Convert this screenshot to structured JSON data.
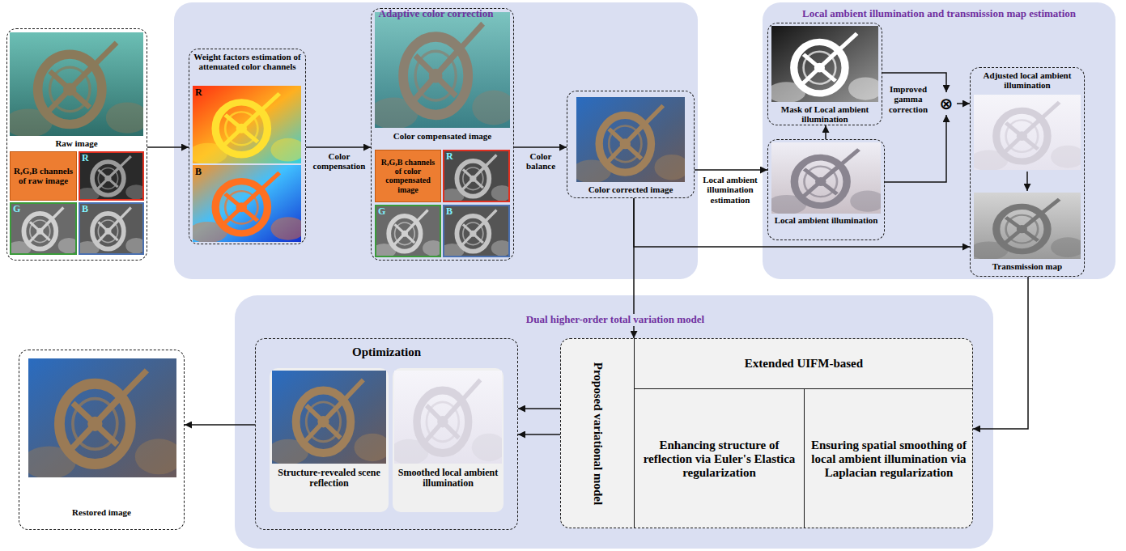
{
  "diagram": {
    "nodes": [
      {
        "text": [
          "Raw image"
        ]
      },
      {
        "text": [
          "R,G,B channels of raw image"
        ],
        "in": 0
      },
      {
        "text": [
          "R"
        ],
        "in": 0
      },
      {
        "text": [
          "G"
        ],
        "in": 0
      },
      {
        "text": [
          "B"
        ],
        "in": 0
      },
      {
        "text": [
          "Adaptive color correction"
        ]
      },
      {
        "text": [
          "Weight factors estimation of attenuated color channels"
        ],
        "in": 5
      },
      {
        "text": [
          "R"
        ],
        "in": 6
      },
      {
        "text": [
          "B"
        ],
        "in": 6
      },
      {
        "text": [
          "Color compensated image"
        ],
        "in": 5
      },
      {
        "text": [
          "R,G,B channels of color compensated image"
        ],
        "in": 9
      },
      {
        "text": [
          "R"
        ],
        "in": 9
      },
      {
        "text": [
          "G"
        ],
        "in": 9
      },
      {
        "text": [
          "B"
        ],
        "in": 9
      },
      {
        "text": [
          "Color corrected image"
        ],
        "in": 5
      },
      {
        "text": [
          "Local ambient illumination and transmission map estimation"
        ]
      },
      {
        "text": [
          "Mask of Local ambient illumination"
        ],
        "in": 15
      },
      {
        "text": [
          "Local ambient illumination"
        ],
        "in": 15
      },
      {
        "text": [
          "⊗"
        ],
        "in": 15
      },
      {
        "text": [
          "Adjusted local ambient illumination",
          "Transmission map"
        ],
        "in": 15
      },
      {
        "text": [
          "Dual higher-order total variation model"
        ]
      },
      {
        "text": [
          "Optimization"
        ],
        "in": 20
      },
      {
        "text": [
          "Structure-revealed scene reflection"
        ],
        "in": 21
      },
      {
        "text": [
          "Smoothed local ambient illumination"
        ],
        "in": 21
      },
      {
        "text": [
          "Proposed variational model"
        ],
        "in": 20
      },
      {
        "text": [
          "Extended UIFM-based"
        ],
        "in": 24
      },
      {
        "text": [
          "Enhancing structure of reflection via Euler's Elastica regularization"
        ],
        "in": 24
      },
      {
        "text": [
          "Ensuring spatial smoothing of local ambient illumination via Laplacian regularization"
        ],
        "in": 24
      },
      {
        "text": [
          "Restored image"
        ]
      }
    ],
    "edges": [
      {
        "from": 0,
        "to": 6,
        "arrow": "to"
      },
      {
        "from": 6,
        "to": 9,
        "label": "Color compensation",
        "arrow": "to"
      },
      {
        "from": 9,
        "to": 14,
        "label": "Color balance",
        "arrow": "to"
      },
      {
        "from": 14,
        "to": 17,
        "label": "Local ambient illumination estimation",
        "arrow": "to"
      },
      {
        "from": 17,
        "to": 16,
        "arrow": "to"
      },
      {
        "from": 16,
        "to": 18,
        "arrow": "to"
      },
      {
        "from": 17,
        "to": 18,
        "arrow": "to"
      },
      {
        "from": 18,
        "to": 19,
        "arrow": "to"
      },
      {
        "from": 14,
        "to": 19,
        "arrow": "to"
      },
      {
        "from": 14,
        "to": 24,
        "arrow": "to"
      },
      {
        "from": 19,
        "to": 24,
        "arrow": "to"
      },
      {
        "from": 24,
        "to": 21,
        "arrow": "to"
      },
      {
        "from": 24,
        "to": 21,
        "arrow": "to"
      },
      {
        "from": 21,
        "to": 28,
        "arrow": "to"
      }
    ],
    "labels": [
      "Improved gamma correction"
    ]
  }
}
